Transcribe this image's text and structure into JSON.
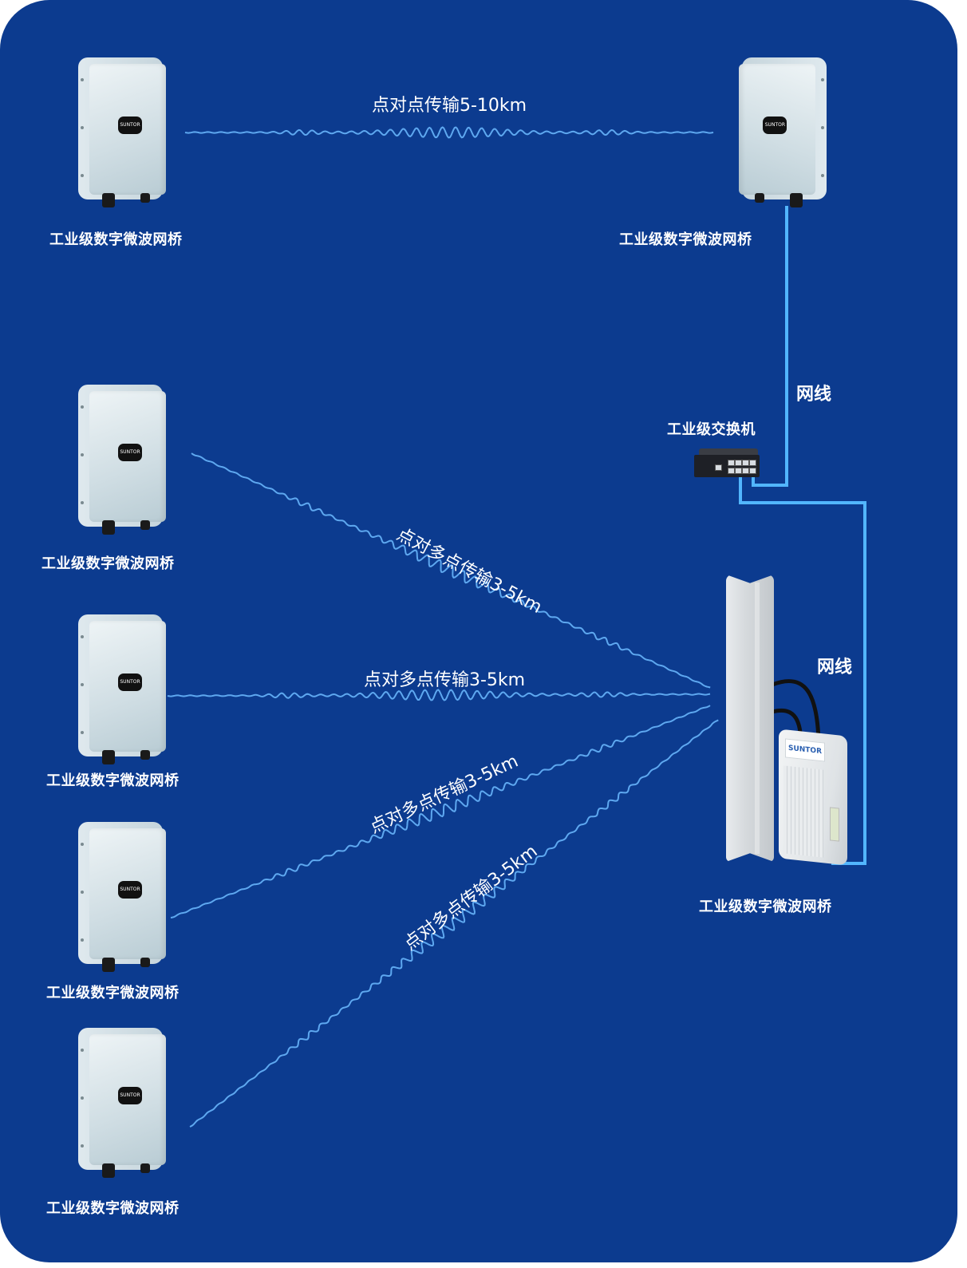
{
  "theme": {
    "background": "#0c3b8f",
    "signal_line": "#5ea8f0",
    "cable_line": "#52b6ff",
    "text": "#ffffff"
  },
  "devices": {
    "top_left_bridge": {
      "label": "工业级数字微波网桥",
      "logo": "SUNTOR"
    },
    "top_right_bridge": {
      "label": "工业级数字微波网桥",
      "logo": "SUNTOR"
    },
    "switch": {
      "label": "工业级交换机"
    },
    "base_station": {
      "label": "工业级数字微波网桥",
      "logo": "SUNTOR"
    },
    "client_bridges": [
      {
        "label": "工业级数字微波网桥",
        "logo": "SUNTOR"
      },
      {
        "label": "工业级数字微波网桥",
        "logo": "SUNTOR"
      },
      {
        "label": "工业级数字微波网桥",
        "logo": "SUNTOR"
      },
      {
        "label": "工业级数字微波网桥",
        "logo": "SUNTOR"
      }
    ]
  },
  "links": {
    "point_to_point": {
      "label": "点对点传输5-10km"
    },
    "point_to_multipoint": [
      {
        "label": "点对多点传输3-5km"
      },
      {
        "label": "点对多点传输3-5km"
      },
      {
        "label": "点对多点传输3-5km"
      },
      {
        "label": "点对多点传输3-5km"
      }
    ]
  },
  "cables": {
    "upper": {
      "label": "网线"
    },
    "lower": {
      "label": "网线"
    }
  }
}
